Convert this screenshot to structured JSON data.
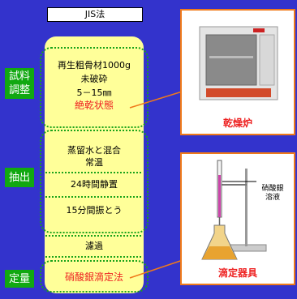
{
  "header": {
    "title": "JIS法"
  },
  "sections": {
    "prep": {
      "label": "試料\n調整"
    },
    "extract": {
      "label": "抽出"
    },
    "quant": {
      "label": "定量"
    }
  },
  "steps": {
    "material": "再生粗骨材1000g",
    "uncrushed": "未破砕",
    "size": "5－15㎜",
    "dry": "絶乾状態",
    "mix": "蒸留水と混合",
    "temp": "常温",
    "rest": "24時間静置",
    "shake": "15分間振とう",
    "filter": "濾過",
    "titration": "硝酸銀滴定法"
  },
  "equipment": {
    "oven_caption": "乾燥炉",
    "titration_caption": "滴定器具",
    "reagent_label": "硝酸銀\n溶液"
  },
  "colors": {
    "background": "#3333cc",
    "column": "#ffff99",
    "section_label": "#11a811",
    "accent_red": "#ee2222",
    "callout": "#f07a1a"
  }
}
